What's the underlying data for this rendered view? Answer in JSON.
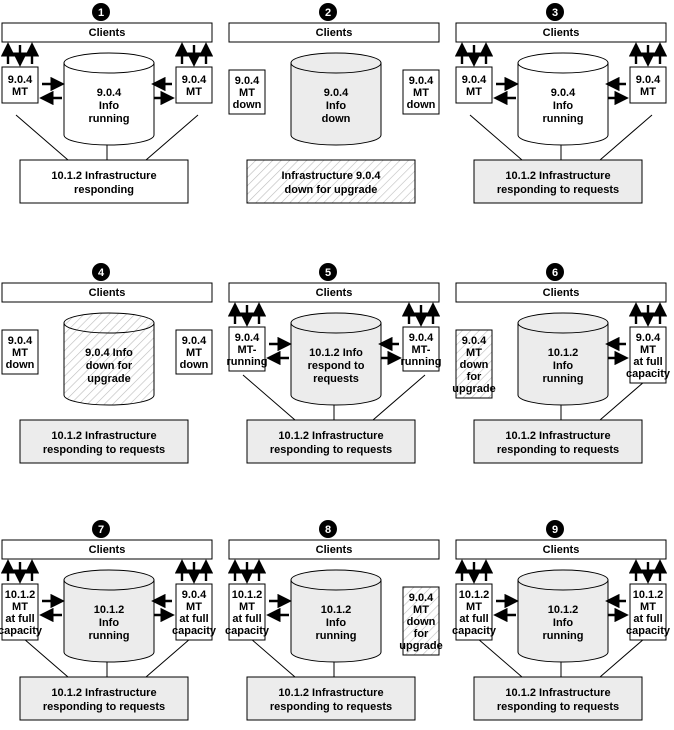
{
  "colors": {
    "stroke": "#000000",
    "grey_fill": "#ececec",
    "white_fill": "#ffffff",
    "hatch": "#bdbdbd"
  },
  "panels": [
    {
      "number": "1",
      "clients": "Clients",
      "left": {
        "lines": [
          "9.0.4",
          "MT"
        ],
        "hatched": false,
        "connected": true
      },
      "db": {
        "lines": [
          "9.0.4",
          "Info",
          "running"
        ],
        "fill": "white"
      },
      "right": {
        "lines": [
          "9.0.4",
          "MT"
        ],
        "hatched": false,
        "connected": true
      },
      "infra": {
        "lines": [
          "10.1.2 Infrastructure",
          "responding"
        ],
        "fill": "white",
        "connected": true
      }
    },
    {
      "number": "2",
      "clients": "Clients",
      "left": {
        "lines": [
          "9.0.4",
          "MT",
          "down"
        ],
        "hatched": false,
        "connected": false
      },
      "db": {
        "lines": [
          "9.0.4",
          "Info",
          "down"
        ],
        "fill": "grey"
      },
      "right": {
        "lines": [
          "9.0.4",
          "MT",
          "down"
        ],
        "hatched": false,
        "connected": false
      },
      "infra": {
        "lines": [
          "Infrastructure 9.0.4",
          "down for upgrade"
        ],
        "fill": "hatched",
        "connected": false
      }
    },
    {
      "number": "3",
      "clients": "Clients",
      "left": {
        "lines": [
          "9.0.4",
          "MT"
        ],
        "hatched": false,
        "connected": true
      },
      "db": {
        "lines": [
          "9.0.4",
          "Info",
          "running"
        ],
        "fill": "white"
      },
      "right": {
        "lines": [
          "9.0.4",
          "MT"
        ],
        "hatched": false,
        "connected": true
      },
      "infra": {
        "lines": [
          "10.1.2 Infrastructure",
          "responding to requests"
        ],
        "fill": "grey",
        "connected": true
      }
    },
    {
      "number": "4",
      "clients": "Clients",
      "left": {
        "lines": [
          "9.0.4",
          "MT",
          "down"
        ],
        "hatched": false,
        "connected": false
      },
      "db": {
        "lines": [
          "9.0.4 Info",
          "down for",
          "upgrade"
        ],
        "fill": "hatched"
      },
      "right": {
        "lines": [
          "9.0.4",
          "MT",
          "down"
        ],
        "hatched": false,
        "connected": false
      },
      "infra": {
        "lines": [
          "10.1.2 Infrastructure",
          "responding to requests"
        ],
        "fill": "grey",
        "connected": false
      }
    },
    {
      "number": "5",
      "clients": "Clients",
      "left": {
        "lines": [
          "9.0.4",
          "MT-",
          "running"
        ],
        "hatched": false,
        "connected": true
      },
      "db": {
        "lines": [
          "10.1.2 Info",
          "respond to",
          "requests"
        ],
        "fill": "grey"
      },
      "right": {
        "lines": [
          "9.0.4",
          "MT-",
          "running"
        ],
        "hatched": false,
        "connected": true
      },
      "infra": {
        "lines": [
          "10.1.2 Infrastructure",
          "responding to requests"
        ],
        "fill": "grey",
        "connected": true
      }
    },
    {
      "number": "6",
      "clients": "Clients",
      "left": {
        "lines": [
          "9.0.4",
          "MT",
          "down",
          "for",
          "upgrade"
        ],
        "hatched": true,
        "connected": false
      },
      "db": {
        "lines": [
          "10.1.2",
          "Info",
          "running"
        ],
        "fill": "grey"
      },
      "right": {
        "lines": [
          "9.0.4",
          "MT",
          "at full",
          "capacity"
        ],
        "hatched": false,
        "connected": true
      },
      "infra": {
        "lines": [
          "10.1.2 Infrastructure",
          "responding to requests"
        ],
        "fill": "grey",
        "connected": true
      }
    },
    {
      "number": "7",
      "clients": "Clients",
      "left": {
        "lines": [
          "10.1.2",
          "MT",
          "at full",
          "capacity"
        ],
        "hatched": false,
        "connected": true
      },
      "db": {
        "lines": [
          "10.1.2",
          "Info",
          "running"
        ],
        "fill": "grey"
      },
      "right": {
        "lines": [
          "9.0.4",
          "MT",
          "at full",
          "capacity"
        ],
        "hatched": false,
        "connected": true
      },
      "infra": {
        "lines": [
          "10.1.2 Infrastructure",
          "responding to requests"
        ],
        "fill": "grey",
        "connected": true
      }
    },
    {
      "number": "8",
      "clients": "Clients",
      "left": {
        "lines": [
          "10.1.2",
          "MT",
          "at full",
          "capacity"
        ],
        "hatched": false,
        "connected": true
      },
      "db": {
        "lines": [
          "10.1.2",
          "Info",
          "running"
        ],
        "fill": "grey"
      },
      "right": {
        "lines": [
          "9.0.4",
          "MT",
          "down",
          "for",
          "upgrade"
        ],
        "hatched": true,
        "connected": false
      },
      "infra": {
        "lines": [
          "10.1.2 Infrastructure",
          "responding to requests"
        ],
        "fill": "grey",
        "connected": true
      }
    },
    {
      "number": "9",
      "clients": "Clients",
      "left": {
        "lines": [
          "10.1.2",
          "MT",
          "at full",
          "capacity"
        ],
        "hatched": false,
        "connected": true
      },
      "db": {
        "lines": [
          "10.1.2",
          "Info",
          "running"
        ],
        "fill": "grey"
      },
      "right": {
        "lines": [
          "10.1.2",
          "MT",
          "at full",
          "capacity"
        ],
        "hatched": false,
        "connected": true
      },
      "infra": {
        "lines": [
          "10.1.2 Infrastructure",
          "responding to requests"
        ],
        "fill": "grey",
        "connected": true
      }
    }
  ]
}
